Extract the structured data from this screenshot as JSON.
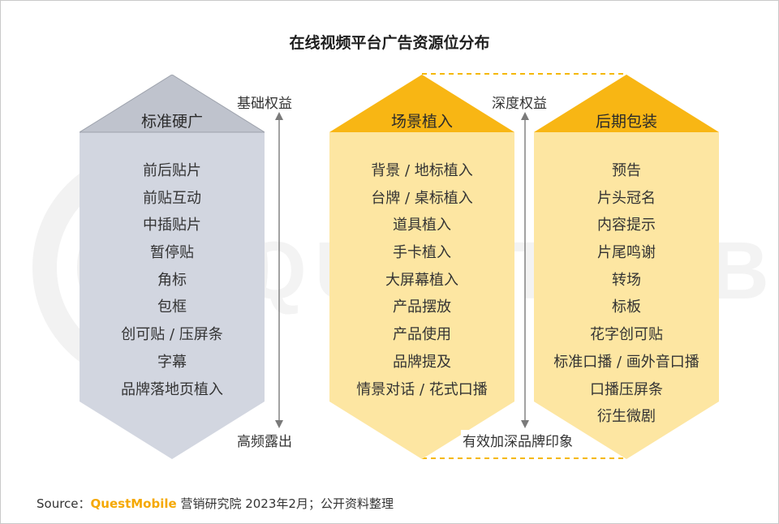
{
  "title": "在线视频平台广告资源位分布",
  "watermark_text": "QUESTMOBILE",
  "columns": [
    {
      "title": "标准硬广",
      "items": [
        "前后贴片",
        "前贴互动",
        "中插贴片",
        "暂停贴",
        "角标",
        "包框",
        "创可贴 / 压屏条",
        "字幕",
        "品牌落地页植入"
      ]
    },
    {
      "title": "场景植入",
      "items": [
        "背景 / 地标植入",
        "台牌 / 桌标植入",
        "道具植入",
        "手卡植入",
        "大屏幕植入",
        "产品摆放",
        "产品使用",
        "品牌提及",
        "情景对话 / 花式口播"
      ]
    },
    {
      "title": "后期包装",
      "items": [
        "预告",
        "片头冠名",
        "内容提示",
        "片尾鸣谢",
        "转场",
        "标板",
        "花字创可贴",
        "标准口播 / 画外音口播",
        "口播压屏条",
        "衍生微剧"
      ]
    }
  ],
  "labels": {
    "basic_rights": "基础权益",
    "high_exposure": "高频露出",
    "deep_rights": "深度权益",
    "brand_impression": "有效加深品牌印象"
  },
  "source": {
    "prefix": "Source：",
    "brand": "QuestMobile",
    "suffix": "营销研究院 2023年2月；公开资料整理"
  },
  "colors": {
    "gray_fill": "#d2d6e0",
    "gray_head": "#bfc3cd",
    "yellow_fill": "#fde6a2",
    "yellow_head": "#f8b614",
    "dash": "#f5b800",
    "brand": "#f5a800"
  }
}
